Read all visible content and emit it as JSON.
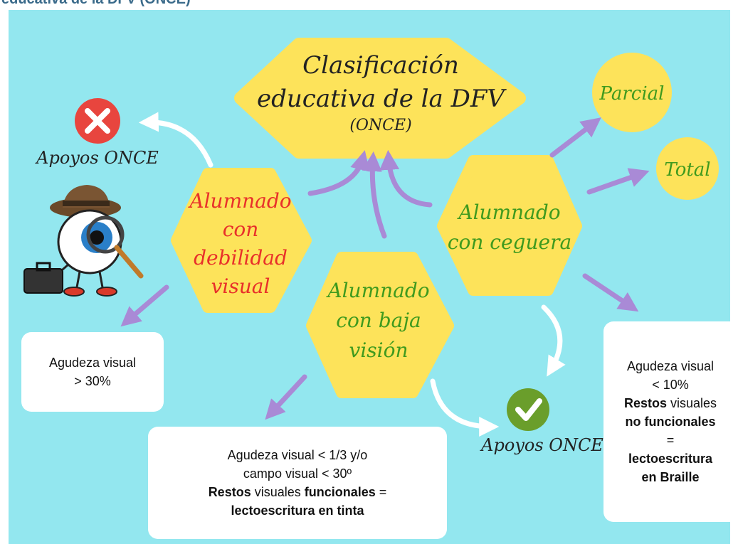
{
  "header_fragment": "educativa de la DFV (ONCE)",
  "center": {
    "line1": "Clasificación",
    "line2": "educativa de la DFV",
    "line3": "(ONCE)"
  },
  "nodes": {
    "debilidad": {
      "line1": "Alumnado",
      "line2": "con",
      "line3": "debilidad",
      "line4": "visual"
    },
    "baja_vision": {
      "line1": "Alumnado",
      "line2": "con baja",
      "line3": "visión"
    },
    "ceguera": {
      "line1": "Alumnado",
      "line2": "con ceguera"
    },
    "parcial": "Parcial",
    "total": "Total"
  },
  "apoyos": {
    "no": "Apoyos ONCE",
    "yes": "Apoyos ONCE"
  },
  "cards": {
    "debilidad": {
      "line1": "Agudeza visual",
      "line2": "> 30%"
    },
    "baja_vision": {
      "line1": "Agudeza visual < 1/3 y/o",
      "line2": "campo visual < 30º",
      "line3_b1": "Restos",
      "line3_t1": " visuales ",
      "line3_b2": "funcionales",
      "line3_t2": " =",
      "line4": "lectoescritura en tinta"
    },
    "ceguera": {
      "line1": "Agudeza visual",
      "line2": "< 10%",
      "line3_b": "Restos",
      "line3_t": " visuales",
      "line4": "no funcionales",
      "line5": "=",
      "line6": "lectoescritura",
      "line7": "en Braille"
    }
  },
  "colors": {
    "background": "#93e7ef",
    "node_fill": "#fde35a",
    "arrow_purple": "#a98ad6",
    "text_red": "#e8302a",
    "text_green": "#3f9a1e",
    "cross_red": "#e8453e",
    "check_green": "#6a9e2b"
  }
}
